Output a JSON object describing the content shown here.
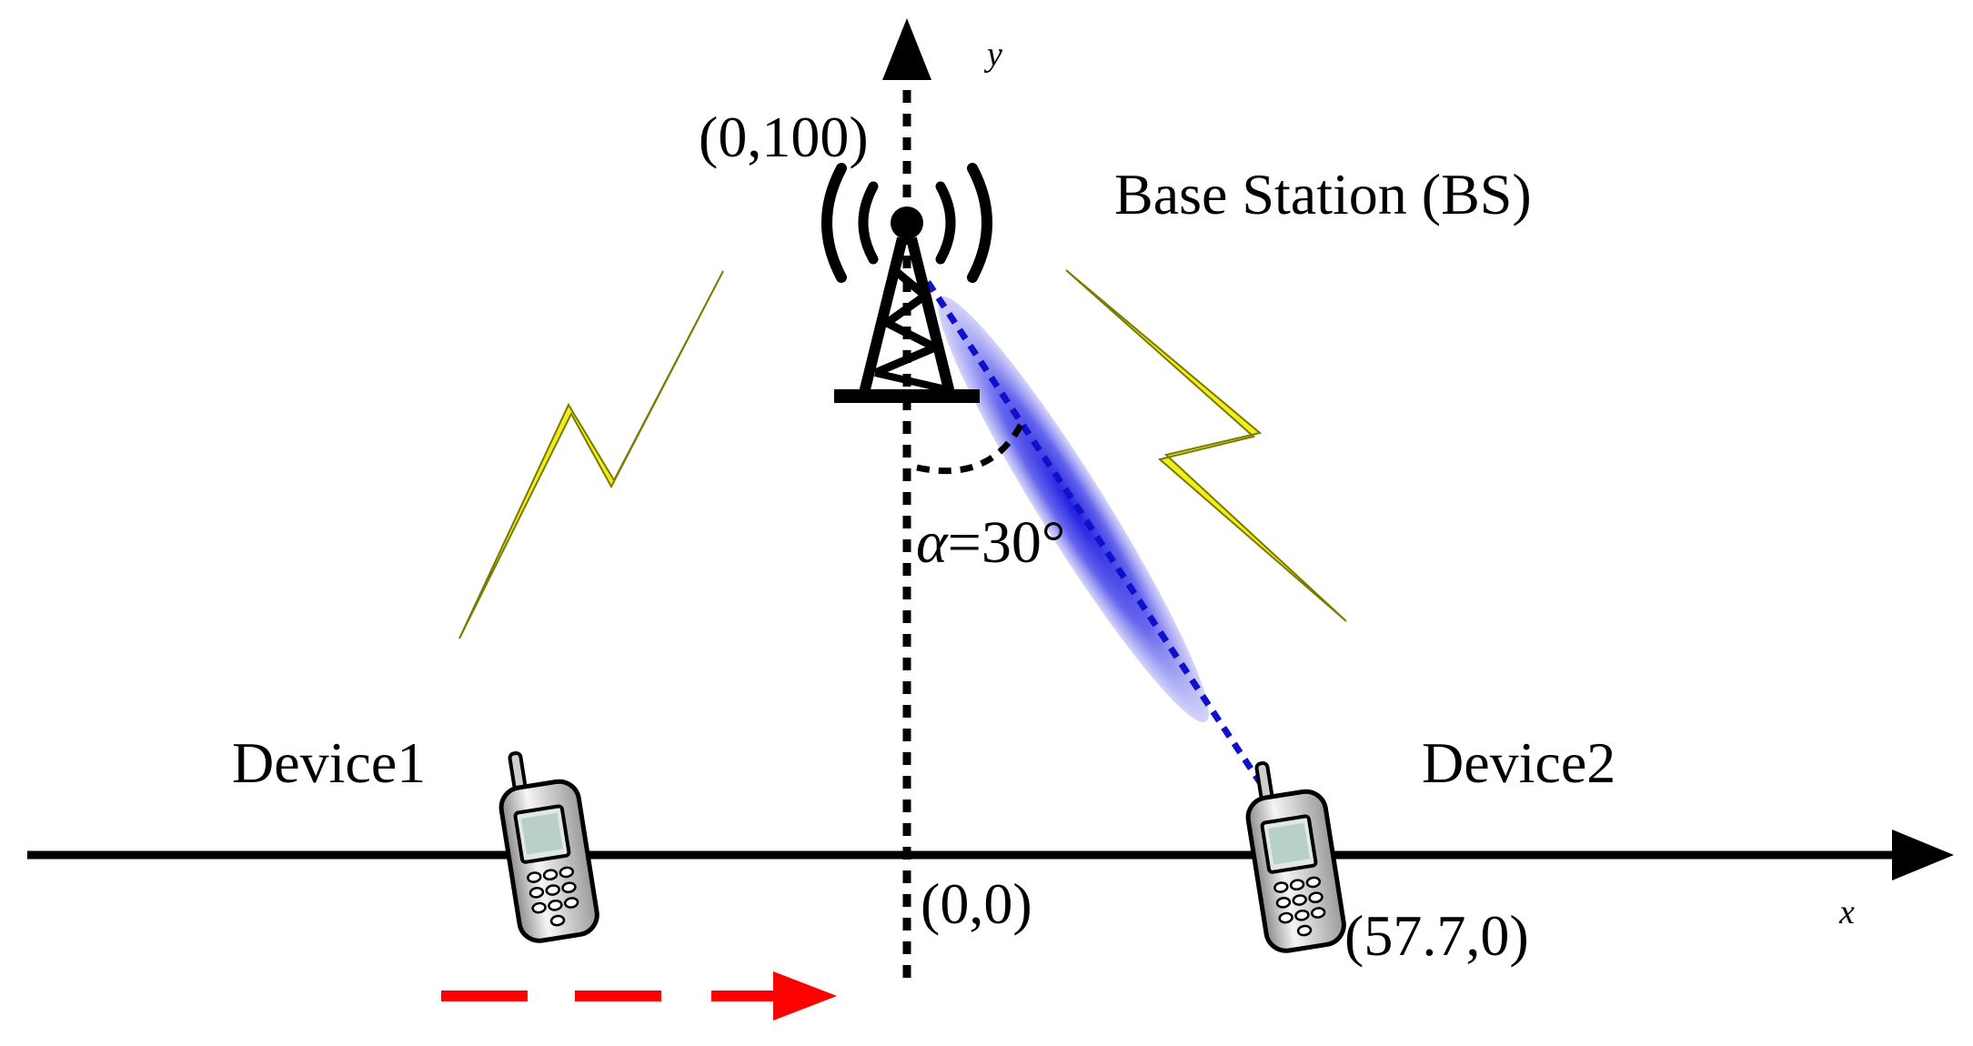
{
  "labels": {
    "y_axis": "y",
    "x_axis": "x",
    "bs_coord": "(0,100)",
    "bs_name": "Base Station (BS)",
    "device1": "Device1",
    "device2": "Device2",
    "origin": "(0,0)",
    "device2_coord": "(57.7,0)",
    "alpha_symbol": "α",
    "alpha_value": "=30°"
  },
  "colors": {
    "axis": "#000000",
    "lightning": "#f2ee1c",
    "beam": "#3a3ae6",
    "beam_line": "#1010cc",
    "arrow_motion": "#ff0000"
  }
}
